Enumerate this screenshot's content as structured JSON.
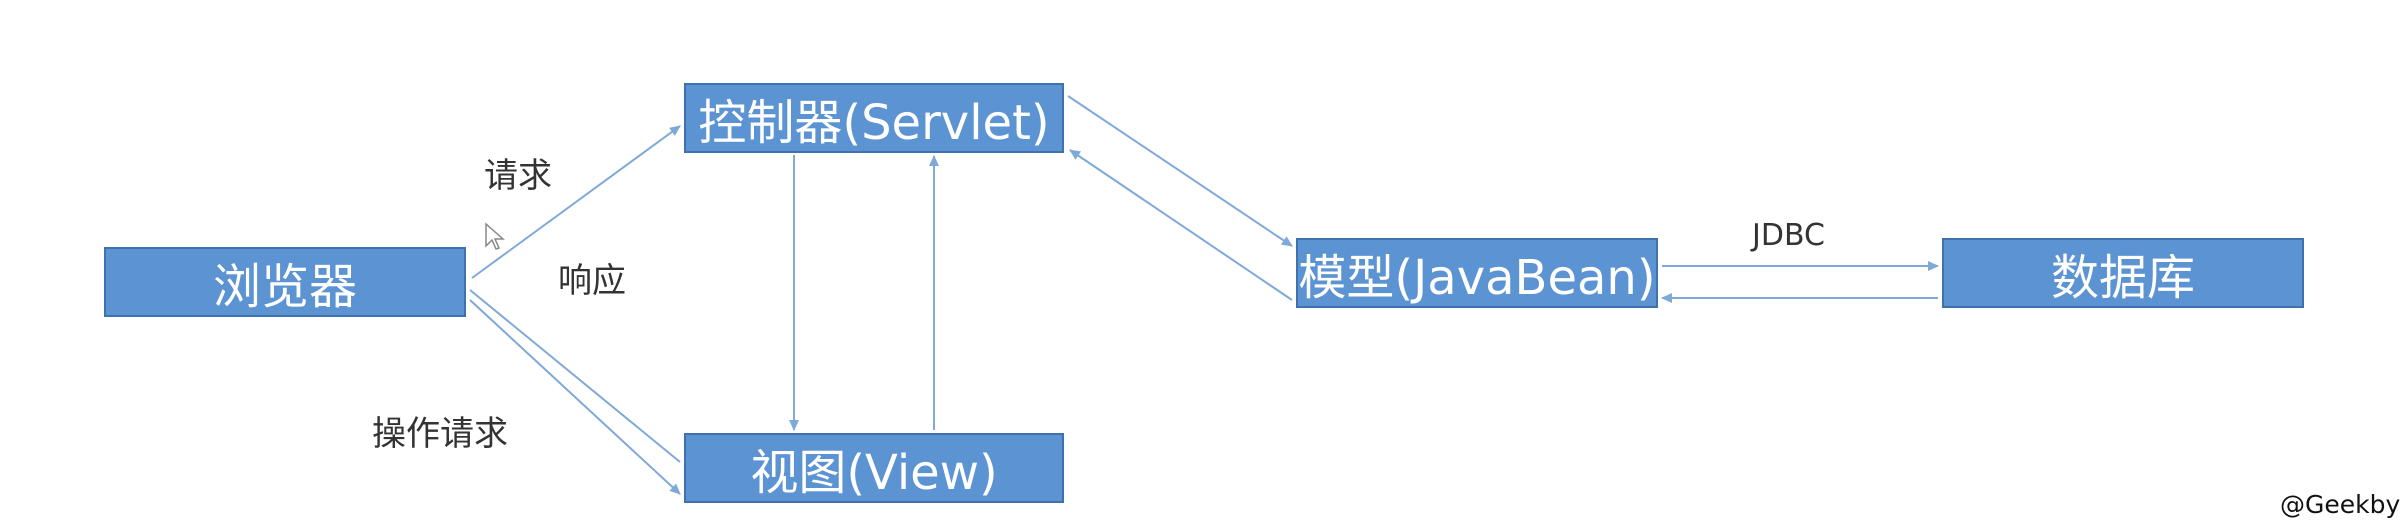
{
  "nodes": {
    "browser": "浏览器",
    "controller": "控制器(Servlet)",
    "view": "视图(View)",
    "model": "模型(JavaBean)",
    "database": "数据库"
  },
  "edge_labels": {
    "request": "请求",
    "response": "响应",
    "operation_request": "操作请求",
    "jdbc": "JDBC"
  },
  "watermark": "@Geekby",
  "colors": {
    "node_fill": "#5b93d3",
    "node_border": "#3f72ad",
    "node_text": "#ffffff",
    "arrow": "#7fa9d9",
    "label_text": "#333333"
  },
  "icons": {
    "cursor": "mouse-pointer-icon"
  }
}
